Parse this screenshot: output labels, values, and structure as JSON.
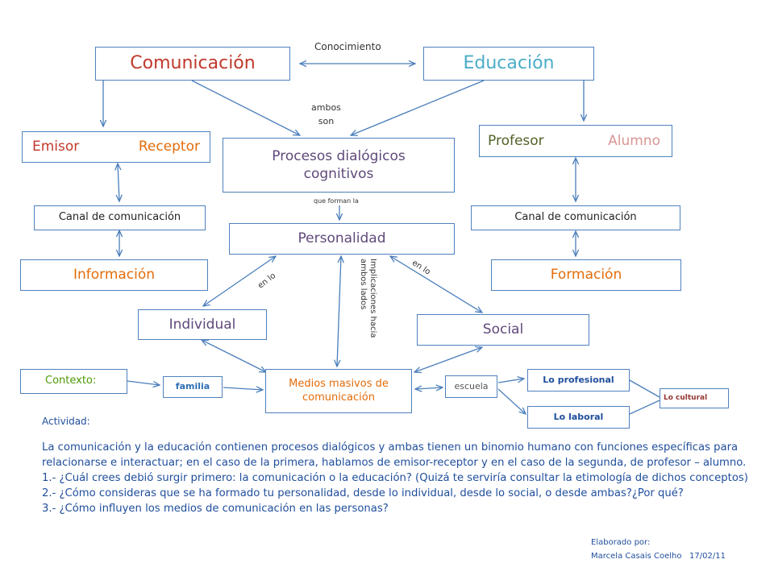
{
  "colors": {
    "border": "#4f81bd",
    "arrow": "#4a7ebb",
    "red": "#c0392b",
    "light_blue": "#4bacc6",
    "orange": "#e46c0a",
    "olive": "#4f6228",
    "pink": "#d99694",
    "purple": "#5f497a",
    "text_blue": "#1f4e9c",
    "dark_red": "#953735",
    "green": "#4e9a06"
  },
  "top": {
    "conocimiento": "Conocimiento",
    "comunicacion": "Comunicación",
    "educacion": "Educación",
    "ambos_son": [
      "ambos",
      "son"
    ]
  },
  "left": {
    "emisor": "Emisor",
    "receptor": "Receptor",
    "canal": "Canal de comunicación",
    "informacion": "Información"
  },
  "right": {
    "profesor": "Profesor",
    "alumno": "Alumno",
    "canal": "Canal de comunicación",
    "formacion": "Formación"
  },
  "center": {
    "procesos": [
      "Procesos dialógicos",
      "cognitivos"
    ],
    "que_forman": "que forman la",
    "personalidad": "Personalidad",
    "en_lo_left": "en lo",
    "en_lo_right": "en lo",
    "implicaciones": [
      "Implicaciones hacia",
      "ambos lados"
    ],
    "individual": "Individual",
    "social": "Social"
  },
  "bottom": {
    "contexto": "Contexto:",
    "familia": "familia",
    "medios": [
      "Medios masivos de",
      "comunicación"
    ],
    "escuela": "escuela",
    "profesional": "Lo profesional",
    "laboral": "Lo laboral",
    "cultural": "Lo cultural"
  },
  "activity": {
    "title": "Actividad:",
    "lines": [
      "La comunicación y la educación contienen procesos dialógicos y ambas tienen un binomio humano  con funciones específicas para",
      "relacionarse e interactuar; en el caso de la primera, hablamos de emisor-receptor y en el caso de la segunda, de profesor – alumno.",
      "1.- ¿Cuál crees debió surgir primero: la comunicación o la educación? (Quizá te serviría consultar la etimología de dichos conceptos)",
      "2.- ¿Cómo consideras que se ha formado tu personalidad, desde lo individual, desde lo social, o desde ambas?¿Por qué?",
      "3.- ¿Cómo influyen los medios de comunicación en las personas?"
    ]
  },
  "footer": {
    "elaborado": "Elaborado por:",
    "author_date": "Marcela Casais Coelho   17/02/11"
  }
}
